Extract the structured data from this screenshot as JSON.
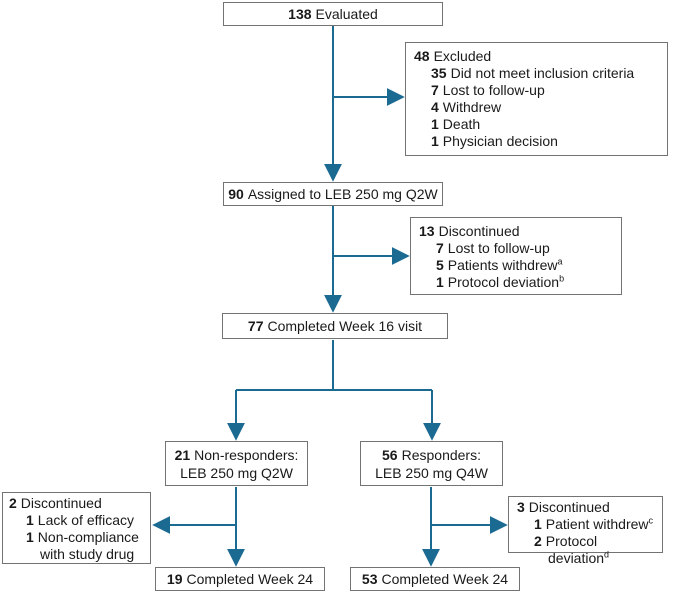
{
  "colors": {
    "arrow": "#1b6a92",
    "border": "#737373",
    "text": "#1a1a1a",
    "background": "#ffffff"
  },
  "flow": {
    "evaluated": {
      "count": "138",
      "label": "Evaluated"
    },
    "excluded": {
      "count": "48",
      "label": "Excluded",
      "reasons": [
        {
          "count": "35",
          "label": "Did not meet inclusion criteria",
          "sup": ""
        },
        {
          "count": "7",
          "label": "Lost to follow-up",
          "sup": ""
        },
        {
          "count": "4",
          "label": "Withdrew",
          "sup": ""
        },
        {
          "count": "1",
          "label": "Death",
          "sup": ""
        },
        {
          "count": "1",
          "label": "Physician decision",
          "sup": ""
        }
      ]
    },
    "assigned": {
      "count": "90",
      "label": "Assigned to LEB 250 mg Q2W"
    },
    "discontinued_q2w": {
      "count": "13",
      "label": "Discontinued",
      "reasons": [
        {
          "count": "7",
          "label": "Lost to follow-up",
          "sup": ""
        },
        {
          "count": "5",
          "label": "Patients withdrew",
          "sup": "a"
        },
        {
          "count": "1",
          "label": "Protocol deviation",
          "sup": "b"
        }
      ]
    },
    "week16": {
      "count": "77",
      "label": "Completed Week 16 visit"
    },
    "nonresponders": {
      "count": "21",
      "label": "Non-responders:",
      "label2": "LEB 250 mg Q2W"
    },
    "responders": {
      "count": "56",
      "label": "Responders:",
      "label2": "LEB 250 mg Q4W"
    },
    "discontinued_nonresp": {
      "count": "2",
      "label": "Discontinued",
      "reasons": [
        {
          "count": "1",
          "label": "Lack of efficacy",
          "sup": ""
        },
        {
          "count": "1",
          "label": "Non-compliance with study drug",
          "sup": ""
        }
      ]
    },
    "discontinued_resp": {
      "count": "3",
      "label": "Discontinued",
      "reasons": [
        {
          "count": "1",
          "label": "Patient withdrew",
          "sup": "c"
        },
        {
          "count": "2",
          "label": "Protocol deviation",
          "sup": "d"
        }
      ]
    },
    "week24_nonresp": {
      "count": "19",
      "label": "Completed Week 24"
    },
    "week24_resp": {
      "count": "53",
      "label": "Completed Week 24"
    }
  }
}
